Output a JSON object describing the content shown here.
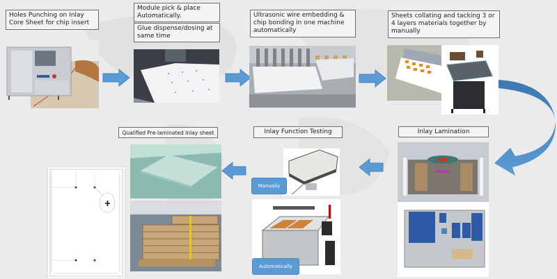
{
  "colors": {
    "arrow": "#5b9bd5",
    "arrow_dark": "#3d78b0",
    "background": "#ebebeb",
    "tag": "#5b9bd5"
  },
  "steps": [
    {
      "id": "holes-punching",
      "label": "Holes Punching on Inlay Core Sheet for chip insert",
      "image": "punching-machine-photo"
    },
    {
      "id": "module-pick-place",
      "label": "Module pick & place Automatically.",
      "label2": "Glue dispense/dosing at same time",
      "image": "pick-place-photo"
    },
    {
      "id": "ultrasonic-embedding",
      "label": "Ultrasonic wire embedding & chip bonding in one machine automatically",
      "image": "wire-embedding-photo"
    },
    {
      "id": "sheets-collating",
      "label": "Sheets collating and tacking 3 or 4 layers materials together by manually",
      "image": "collating-photo"
    },
    {
      "id": "inlay-lamination",
      "label": "Inlay Lamination",
      "image": "lamination-machine-photo"
    },
    {
      "id": "inlay-function-testing",
      "label": "Inlay Function Testing",
      "tags": [
        "Manually",
        "Automatically"
      ]
    },
    {
      "id": "qualified-inlay-sheet",
      "label": "Qualified Pre-laminated Inlay sheet"
    }
  ]
}
